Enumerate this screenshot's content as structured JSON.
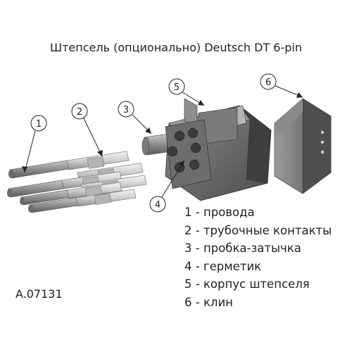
{
  "title": "Штепсель (опционально) Deutsch DT 6-pin",
  "figure_code": "A.07131",
  "callouts": [
    {
      "number": "1",
      "label": "провода"
    },
    {
      "number": "2",
      "label": "трубочные контакты"
    },
    {
      "number": "3",
      "label": "пробка-затычка"
    },
    {
      "number": "4",
      "label": "герметик"
    },
    {
      "number": "5",
      "label": "корпус штепселя"
    },
    {
      "number": "6",
      "label": "клин"
    }
  ],
  "legend": [
    "1 - провода",
    "2 - трубочные контакты",
    "3 - пробка-затычка",
    "4 - герметик",
    "5 - корпус штепселя",
    "6 - клин"
  ],
  "colors": {
    "housing": "#6e6e6e",
    "housing_dark": "#4a4a4a",
    "wire": "#9a9a9a",
    "contact": "#d2d2d2",
    "line": "#222222"
  }
}
